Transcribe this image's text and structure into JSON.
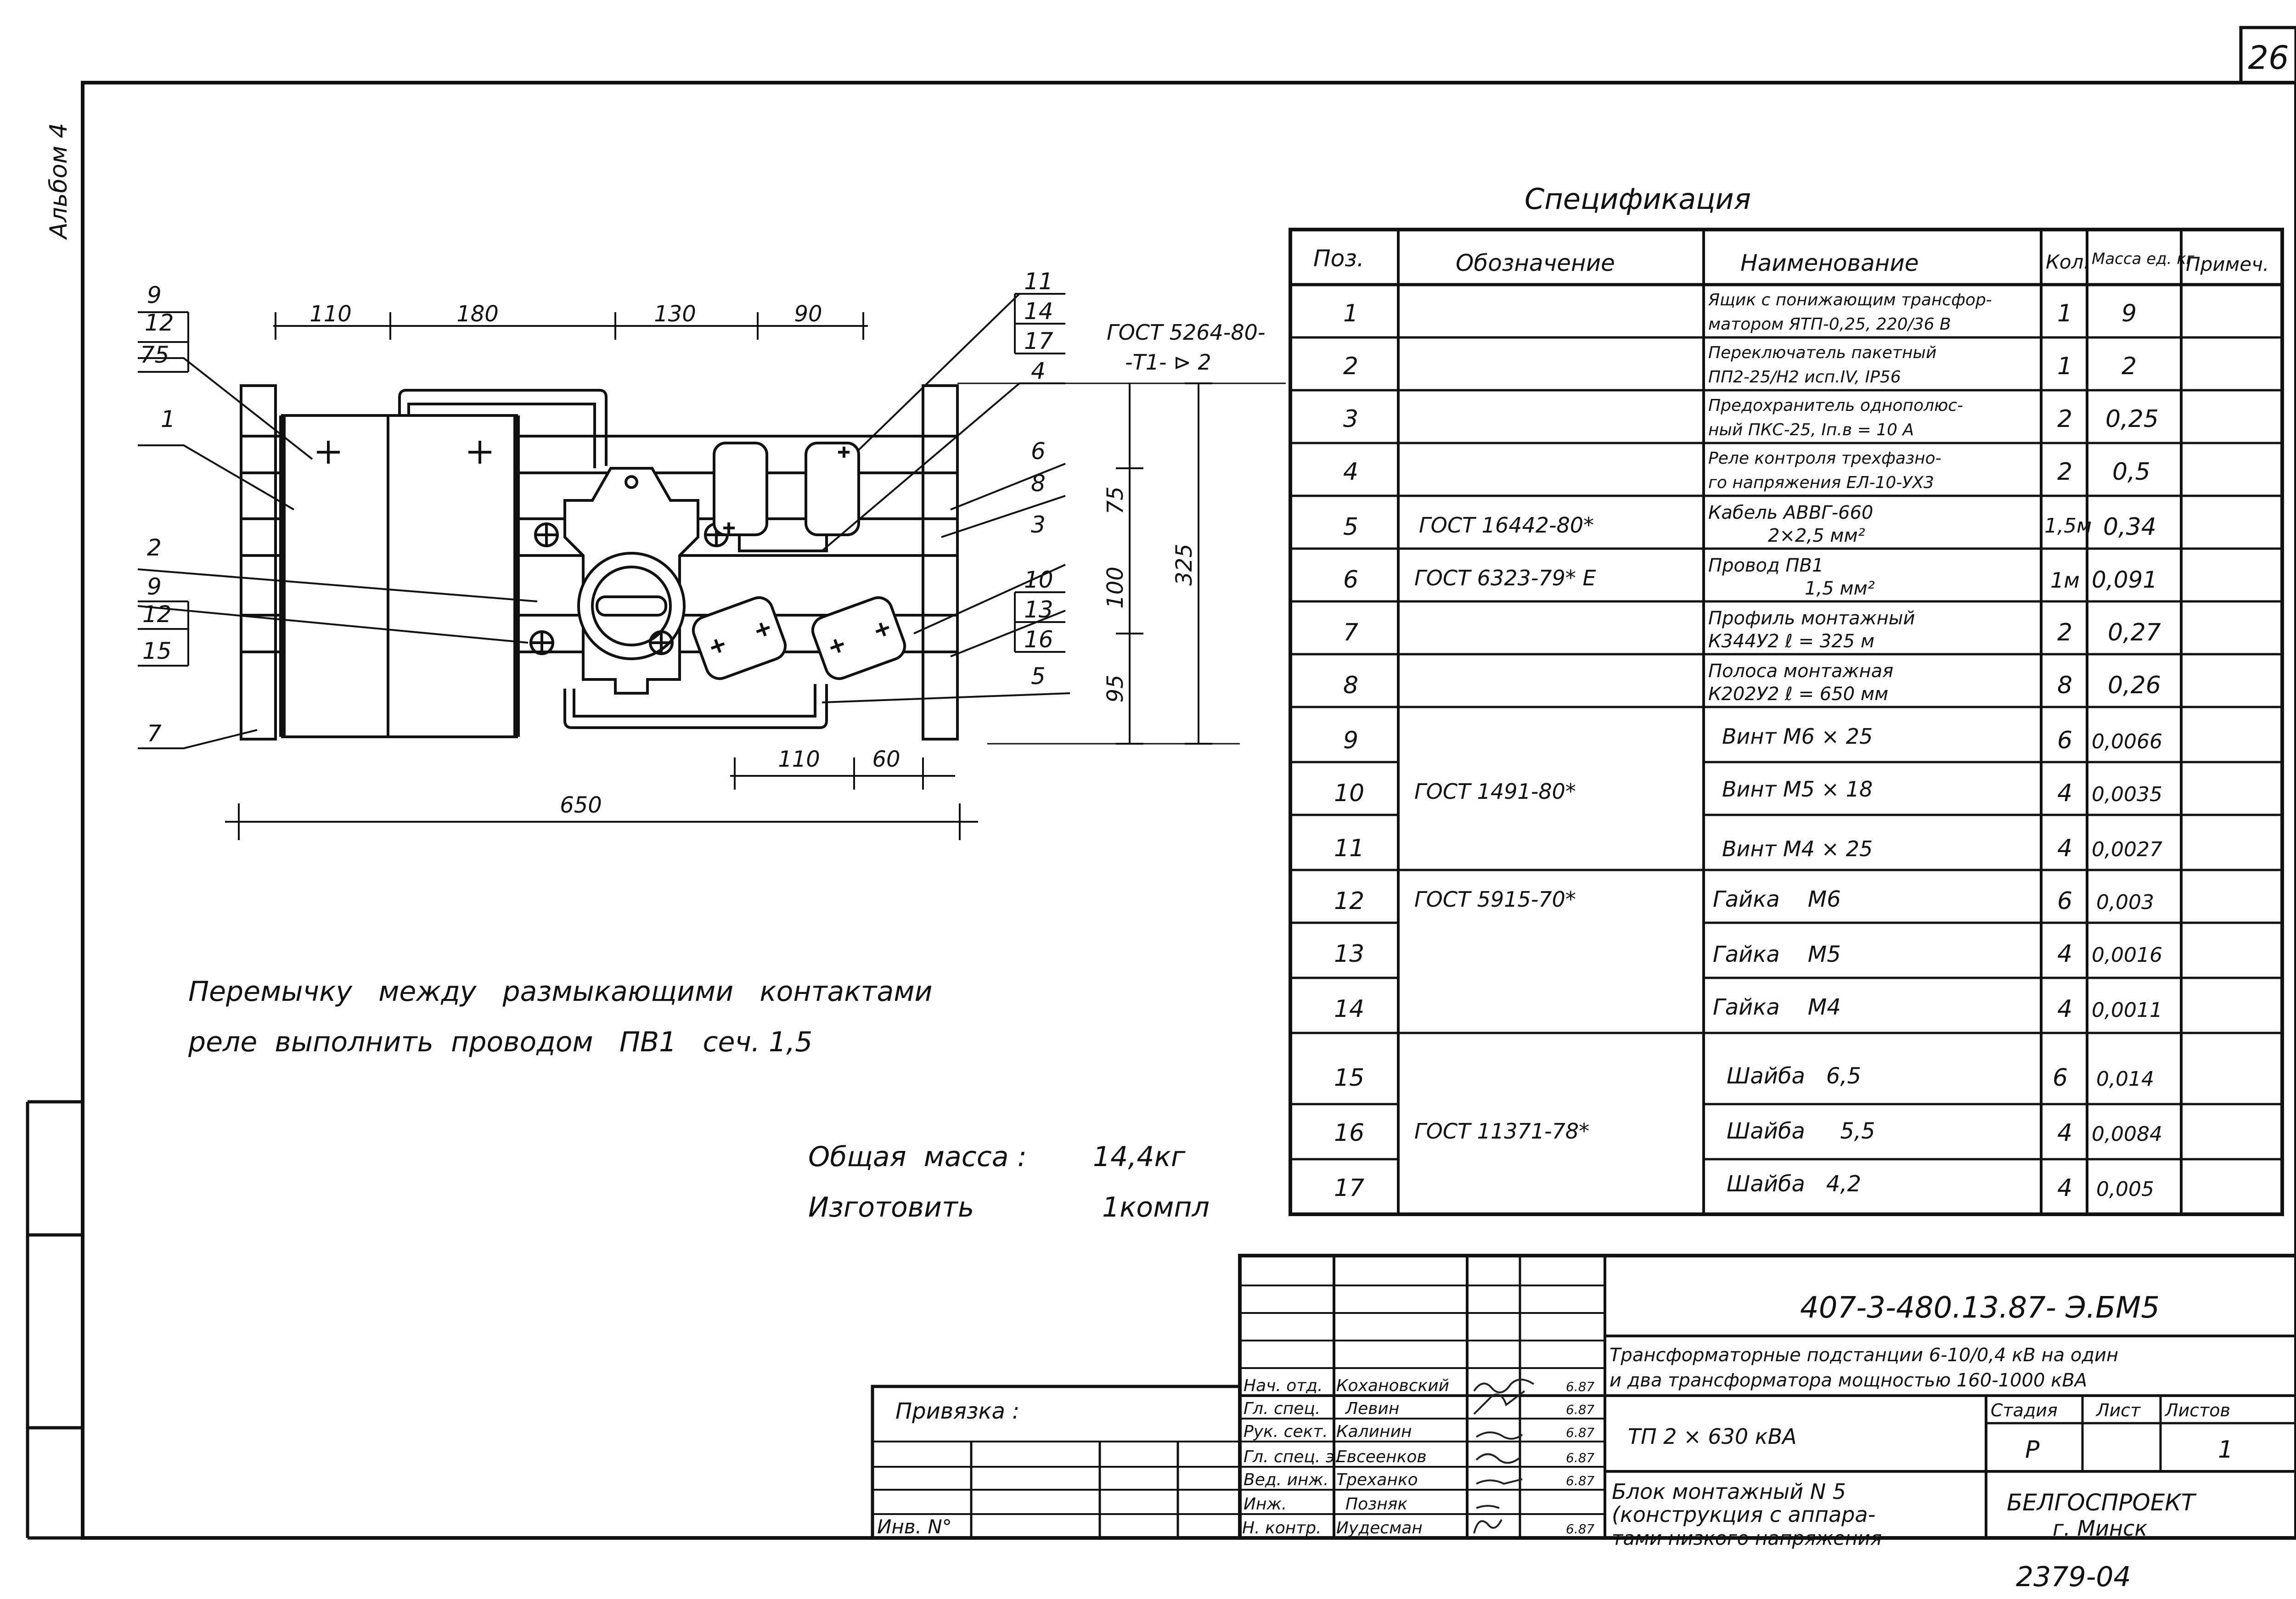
{
  "sheet_number": "26",
  "album_label": "Альбом 4",
  "drawing": {
    "dims_top": [
      "110",
      "180",
      "130",
      "90"
    ],
    "dims_right": [
      "75",
      "100",
      "95"
    ],
    "dim_total_height": "325",
    "dims_bottom": [
      "110",
      "60"
    ],
    "dim_total_width": "650",
    "gost_mark_line1": "ГОСТ 5264-80-",
    "gost_mark_line2": "-Т1- ⊳ 2",
    "callouts_left": [
      "9",
      "12",
      "75",
      "1",
      "2",
      "9",
      "12",
      "15",
      "7"
    ],
    "callouts_right": [
      "11",
      "14",
      "17",
      "4",
      "6",
      "8",
      "3",
      "10",
      "13",
      "16",
      "5"
    ]
  },
  "notes": {
    "jumper_line1": "Перемычку   между   размыкающими   контактами",
    "jumper_line2": "реле  выполнить  проводом   ПВ1   сеч. 1,5",
    "mass_label": "Общая  масса :",
    "mass_value": "14,4кг",
    "make_label": "Изготовить",
    "make_value": "1компл"
  },
  "spec": {
    "title": "Спецификация",
    "headers": [
      "Поз.",
      "Обозначение",
      "Наименование",
      "Кол.",
      "Масса ед. кг",
      "Примеч."
    ],
    "rows": [
      {
        "pos": "1",
        "designation": "",
        "name1": "Ящик с понижающим трансфор-",
        "name2": "матором ЯТП-0,25, 220/36 В",
        "qty": "1",
        "mass": "9"
      },
      {
        "pos": "2",
        "designation": "",
        "name1": "Переключатель пакетный",
        "name2": "ПП2-25/Н2  исп.IV, IP56",
        "qty": "1",
        "mass": "2"
      },
      {
        "pos": "3",
        "designation": "",
        "name1": "Предохранитель однополюс-",
        "name2": "ный ПКС-25, Iп.в = 10 А",
        "qty": "2",
        "mass": "0,25"
      },
      {
        "pos": "4",
        "designation": "",
        "name1": "Реле контроля трехфазно-",
        "name2": "го напряжения  ЕЛ-10-УХ3",
        "qty": "2",
        "mass": "0,5"
      },
      {
        "pos": "5",
        "designation": "ГОСТ 16442-80*",
        "name1": "Кабель  АВВГ-660",
        "name2": "2×2,5 мм²",
        "qty": "1,5м",
        "mass": "0,34"
      },
      {
        "pos": "6",
        "designation": "ГОСТ 6323-79* Е",
        "name1": "Провод   ПВ1",
        "name2": "1,5 мм²",
        "qty": "1м",
        "mass": "0,091"
      },
      {
        "pos": "7",
        "designation": "",
        "name1": "Профиль  монтажный",
        "name2": "К344У2     ℓ = 325 м",
        "qty": "2",
        "mass": "0,27"
      },
      {
        "pos": "8",
        "designation": "",
        "name1": "Полоса   монтажная",
        "name2": "К202У2     ℓ = 650 мм",
        "qty": "8",
        "mass": "0,26"
      },
      {
        "pos": "9",
        "designation": "",
        "name1": "Винт  М6 × 25",
        "name2": "",
        "qty": "6",
        "mass": "0,0066"
      },
      {
        "pos": "10",
        "designation": "ГОСТ 1491-80*",
        "name1": "Винт  М5 × 18",
        "name2": "",
        "qty": "4",
        "mass": "0,0035"
      },
      {
        "pos": "11",
        "designation": "",
        "name1": "Винт  М4 × 25",
        "name2": "",
        "qty": "4",
        "mass": "0,0027"
      },
      {
        "pos": "12",
        "designation": "ГОСТ 5915-70*",
        "name1": "Гайка    М6",
        "name2": "",
        "qty": "6",
        "mass": "0,003"
      },
      {
        "pos": "13",
        "designation": "",
        "name1": "Гайка    М5",
        "name2": "",
        "qty": "4",
        "mass": "0,0016"
      },
      {
        "pos": "14",
        "designation": "",
        "name1": "Гайка    М4",
        "name2": "",
        "qty": "4",
        "mass": "0,0011"
      },
      {
        "pos": "15",
        "designation": "",
        "name1": "Шайба   6,5",
        "name2": "",
        "qty": "6",
        "mass": "0,014"
      },
      {
        "pos": "16",
        "designation": "ГОСТ 11371-78*",
        "name1": "Шайба     5,5",
        "name2": "",
        "qty": "4",
        "mass": "0,0084"
      },
      {
        "pos": "17",
        "designation": "",
        "name1": "Шайба   4,2",
        "name2": "",
        "qty": "4",
        "mass": "0,005"
      }
    ]
  },
  "title_block": {
    "doc_code": "407-3-480.13.87- Э.БМ5",
    "project_line1": "Трансформаторные подстанции 6-10/0,4 кВ на один",
    "project_line2": "и два трансформатора мощностью 160-1000 кВА",
    "signers": [
      {
        "role": "Нач. отд.",
        "name": "Кохановский",
        "date": "6.87"
      },
      {
        "role": "Гл. спец.",
        "name": "Левин",
        "date": "6.87"
      },
      {
        "role": "Рук. сект.",
        "name": "Калинин",
        "date": "6.87"
      },
      {
        "role": "Гл. спец. э.",
        "name": "Евсеенков",
        "date": "6.87"
      },
      {
        "role": "Вед. инж.",
        "name": "Треханко",
        "date": "6.87"
      },
      {
        "role": "Инж.",
        "name": "Позняк",
        "date": ""
      },
      {
        "role": "Н. контр.",
        "name": "Иудесман",
        "date": "6.87"
      }
    ],
    "binding_label": "Привязка :",
    "inv_label": "Инв. N°",
    "substation": "ТП 2 × 630 кВА",
    "stage_header": "Стадия",
    "sheet_header": "Лист",
    "sheets_header": "Листов",
    "stage_value": "Р",
    "sheet_value": "",
    "sheets_value": "1",
    "block_line1": "Блок  монтажный  N 5",
    "block_line2": "(конструкция  с аппара-",
    "block_line3": "тами  низкого  напряжения",
    "org_line1": "БЕЛГОСПРОЕКТ",
    "org_line2": "г. Минск",
    "archive_number": "2379-04"
  }
}
